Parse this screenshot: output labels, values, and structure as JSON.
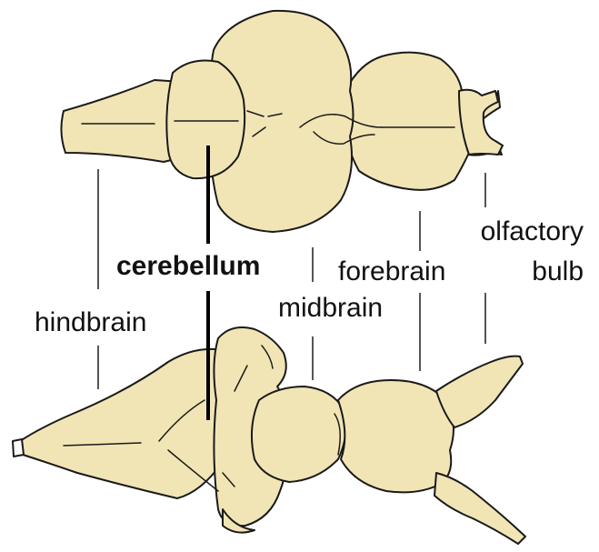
{
  "colors": {
    "tissue_fill": "#f1e5b6",
    "outline": "#1a1a1a",
    "leader_line": "#555555",
    "cerebellum_line": "#000000"
  },
  "labels": {
    "hindbrain": "hindbrain",
    "cerebellum": "cerebellum",
    "midbrain": "midbrain",
    "forebrain": "forebrain",
    "olfactory_line1": "olfactory",
    "olfactory_line2": "bulb"
  }
}
